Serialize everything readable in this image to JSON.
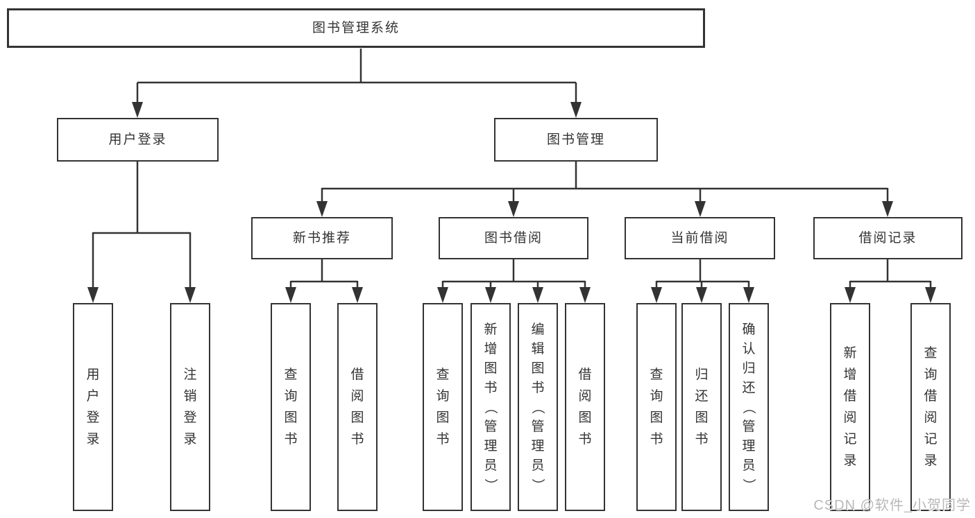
{
  "diagram": {
    "title": "图书管理系统",
    "root": {
      "label": "图书管理系统"
    },
    "branches": [
      {
        "label": "用户登录",
        "children": [
          {
            "label": "用户登录"
          },
          {
            "label": "注销登录"
          }
        ]
      },
      {
        "label": "图书管理",
        "children": [
          {
            "label": "新书推荐",
            "children": [
              {
                "label": "查询图书"
              },
              {
                "label": "借阅图书"
              }
            ]
          },
          {
            "label": "图书借阅",
            "children": [
              {
                "label": "查询图书"
              },
              {
                "label": "新增图书（管理员）"
              },
              {
                "label": "编辑图书（管理员）"
              },
              {
                "label": "借阅图书"
              }
            ]
          },
          {
            "label": "当前借阅",
            "children": [
              {
                "label": "查询图书"
              },
              {
                "label": "归还图书"
              },
              {
                "label": "确认归还（管理员）"
              }
            ]
          },
          {
            "label": "借阅记录",
            "children": [
              {
                "label": "新增借阅记录"
              },
              {
                "label": "查询借阅记录"
              }
            ]
          }
        ]
      }
    ]
  },
  "watermark": {
    "text": "CSDN @软件_小贺同学"
  },
  "colors": {
    "ink": "#333333",
    "background": "#ffffff",
    "watermark": "#b8b8b8"
  }
}
